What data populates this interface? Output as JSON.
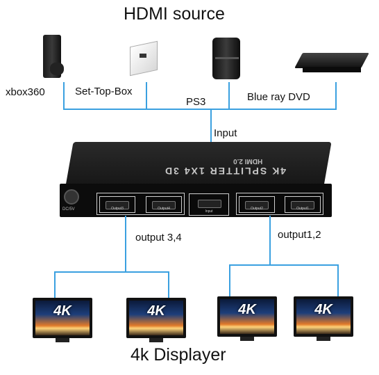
{
  "title": "HDMI source",
  "sources": [
    {
      "label": "xbox360",
      "icon": "xbox360-console-icon"
    },
    {
      "label": "Set-Top-Box",
      "icon": "set-top-box-icon"
    },
    {
      "label": "PS3",
      "icon": "ps3-console-icon"
    },
    {
      "label": "Blue ray DVD",
      "icon": "bluray-player-icon"
    }
  ],
  "input_label": "Input",
  "splitter": {
    "brand": "HDMI 2.0",
    "model": "4K SPLITTER 1X4 3D",
    "power_label": "DC/5V",
    "ports": [
      "Output3",
      "Output4",
      "Input",
      "Output2",
      "Output1"
    ]
  },
  "output_left_label": "output 3,4",
  "output_right_label": "output1,2",
  "display_text": "4K",
  "footer": "4k Displayer",
  "colors": {
    "wire": "#3aa0e0",
    "device": "#141414"
  }
}
